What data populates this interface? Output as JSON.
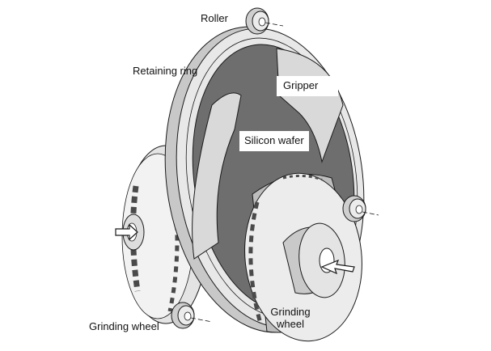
{
  "labels": {
    "roller": "Roller",
    "retaining_ring": "Retaining ring",
    "gripper": "Gripper",
    "silicon_wafer": "Silicon wafer",
    "grinding_wheel_left": "Grinding wheel",
    "grinding_wheel_right_line1": "Grinding",
    "grinding_wheel_right_line2": "wheel"
  },
  "colors": {
    "background": "#ffffff",
    "outline": "#1a1a1a",
    "ring_light": "#e8e8e8",
    "ring_edge": "#c8c8c8",
    "wafer_dark": "#6e6e6e",
    "gripper_light": "#d9d9d9",
    "wheel_light": "#ececec",
    "wheel_shadow": "#bdbdbd",
    "slot_dark": "#4a4a4a"
  }
}
